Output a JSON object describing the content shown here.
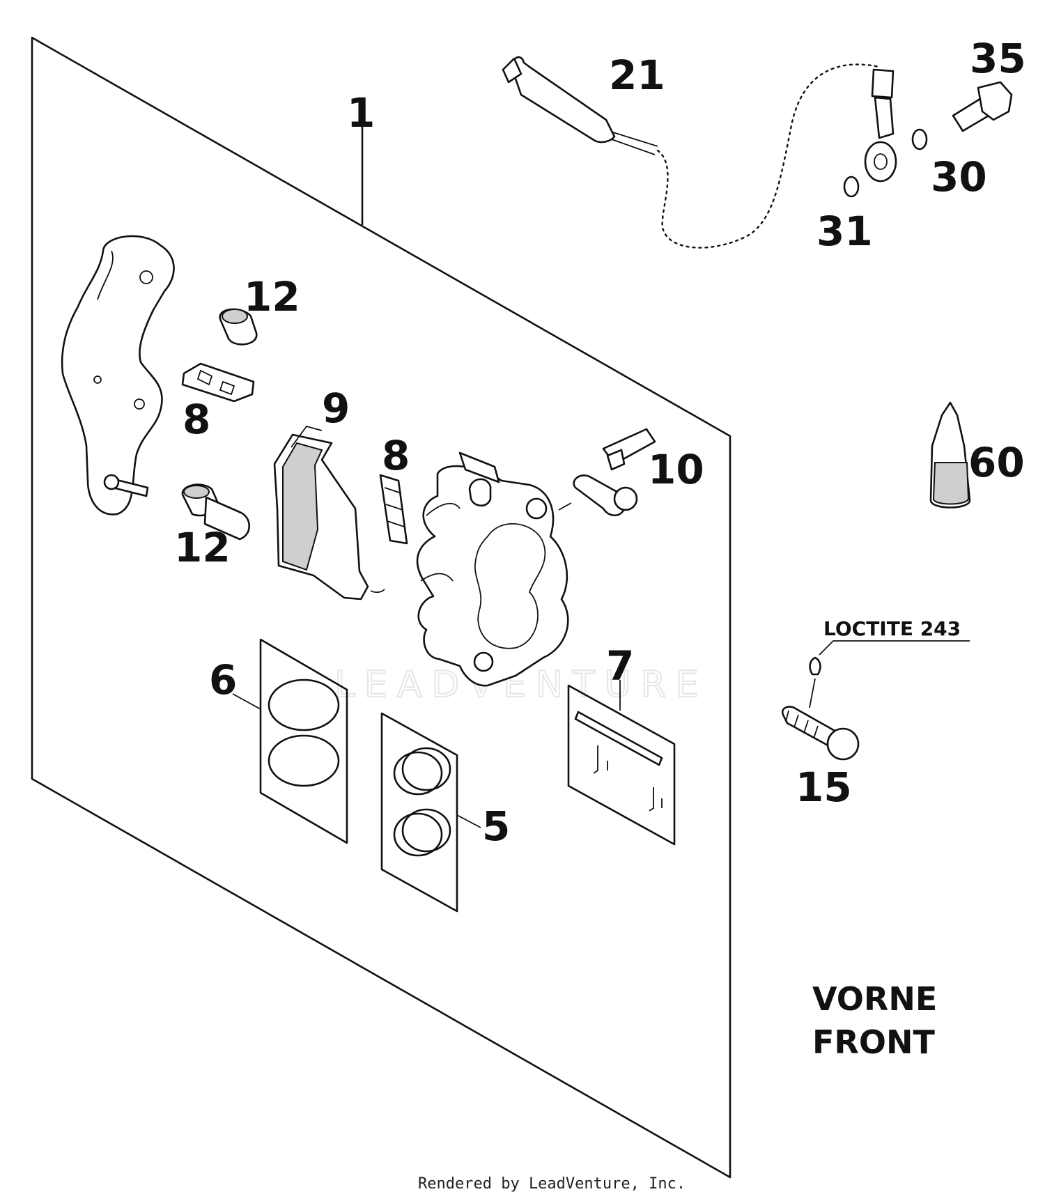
{
  "callouts": {
    "c1": "1",
    "c21": "21",
    "c35": "35",
    "c30": "30",
    "c31": "31",
    "c12a": "12",
    "c8a": "8",
    "c9": "9",
    "c8b": "8",
    "c10": "10",
    "c12b": "12",
    "c60": "60",
    "c6": "6",
    "c7": "7",
    "c5": "5",
    "c15": "15"
  },
  "notes": {
    "loctite": "LOCTITE 243",
    "front_de": "VORNE",
    "front_en": "FRONT"
  },
  "watermark": "LEADVENTURE",
  "credit": "Rendered by LeadVenture, Inc."
}
